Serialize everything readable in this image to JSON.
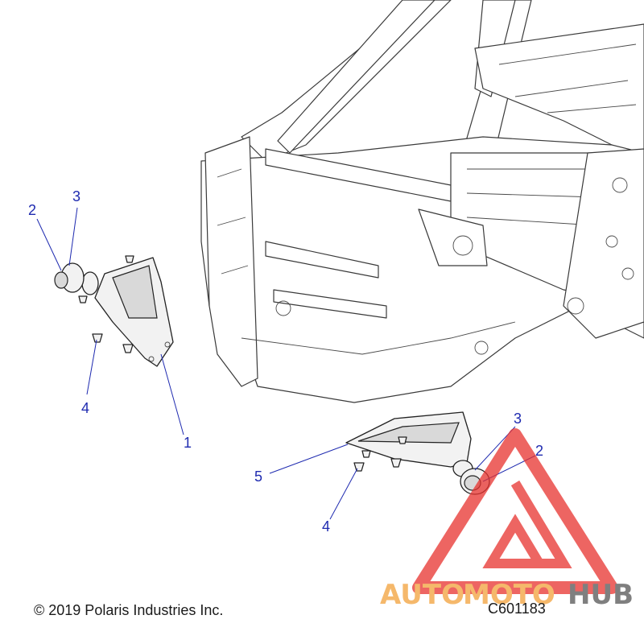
{
  "callouts": [
    {
      "label": "2"
    },
    {
      "label": "3"
    },
    {
      "label": "4"
    },
    {
      "label": "1"
    },
    {
      "label": "3"
    },
    {
      "label": "2"
    },
    {
      "label": "5"
    },
    {
      "label": "4"
    }
  ],
  "footer": {
    "copyright": "© 2019 Polaris Industries Inc.",
    "figure_code": "C601183"
  },
  "watermark": {
    "brand_part1": "AUTO",
    "brand_part2": "MOTO",
    "brand_part3": "HUB",
    "color_primary": "#e8322e",
    "color_secondary": "#f2a13a",
    "color_tertiary": "#555555"
  },
  "colors": {
    "callout": "#1f2bb0",
    "line": "#222222"
  }
}
